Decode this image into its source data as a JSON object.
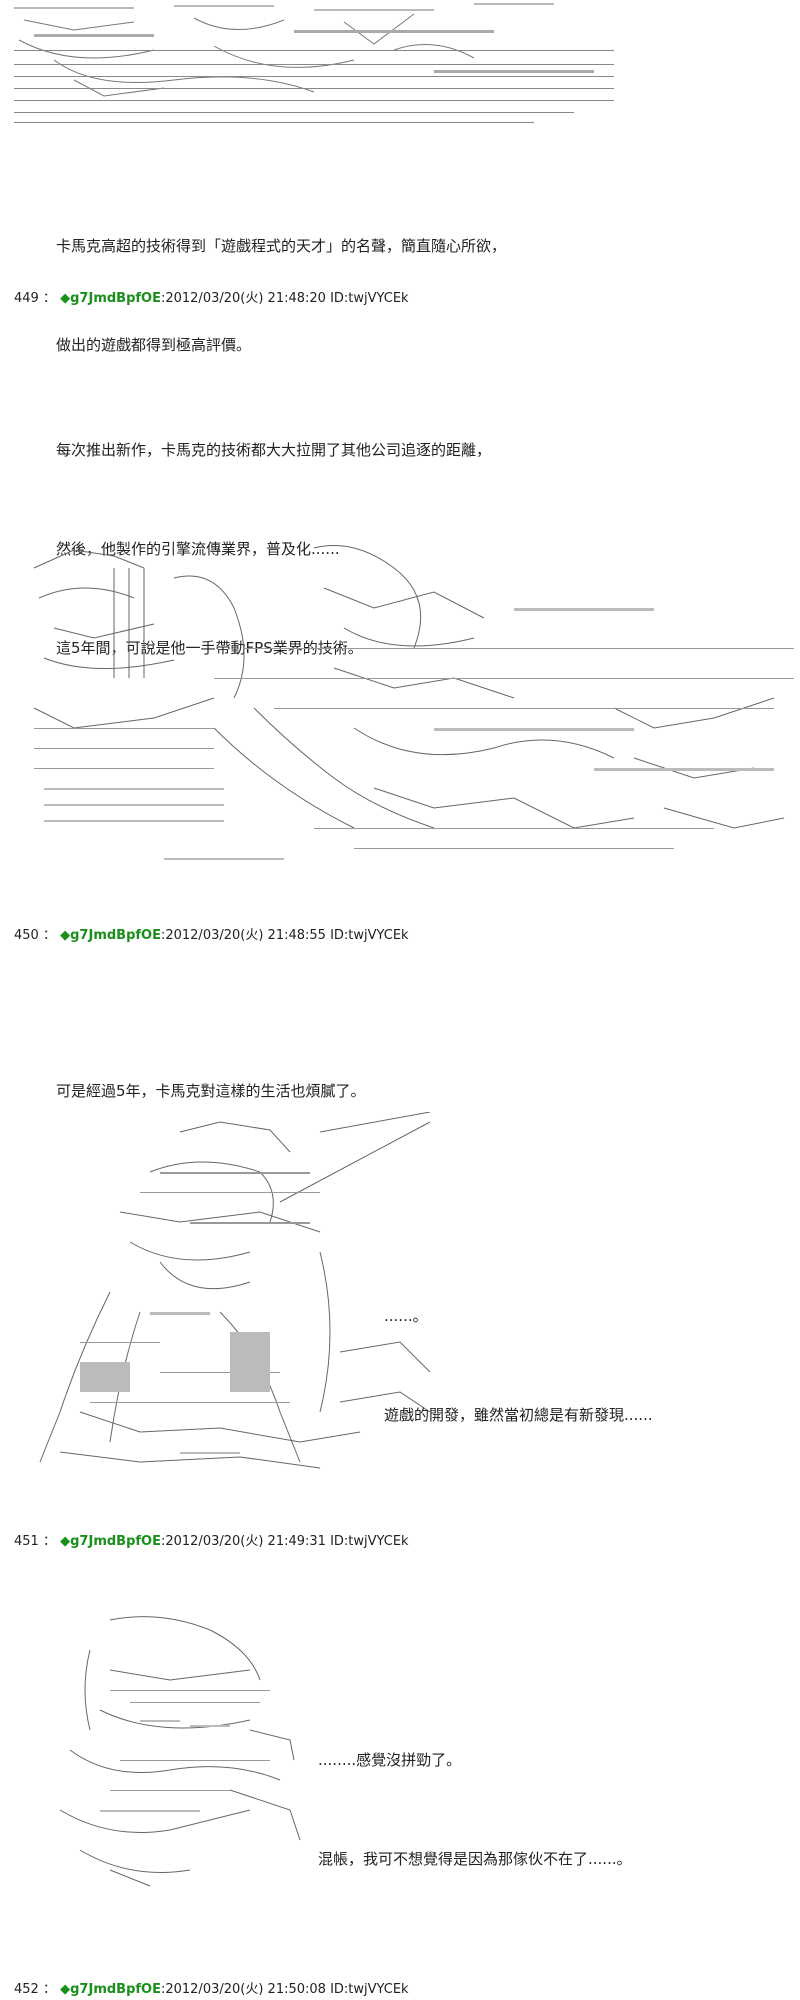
{
  "intro_text": {
    "lines": [
      "卡馬克高超的技術得到「遊戲程式的天才」的名聲，簡直隨心所欲，",
      "做出的遊戲都得到極高評價。"
    ]
  },
  "posts": [
    {
      "number": "449",
      "separator": "：",
      "diamond": "◆",
      "trip": "g7JmdBpfOE",
      "meta": ":2012/03/20(火) 21:48:20 ID:twjVYCEk",
      "lines": [
        "每次推出新作，卡馬克的技術都大大拉開了其他公司追逐的距離，",
        "然後，他製作的引擎流傳業界，普及化......",
        "這5年間，可說是他一手帶動FPS業界的技術。"
      ]
    },
    {
      "number": "450",
      "separator": "：",
      "diamond": "◆",
      "trip": "g7JmdBpfOE",
      "meta": ":2012/03/20(火) 21:48:55 ID:twjVYCEk",
      "lines": [
        "可是經過5年，卡馬克對這樣的生活也煩膩了。"
      ],
      "side_lines": [
        "......。",
        "遊戲的開發，雖然當初總是有新發現......"
      ]
    },
    {
      "number": "451",
      "separator": "：",
      "diamond": "◆",
      "trip": "g7JmdBpfOE",
      "meta": ":2012/03/20(火) 21:49:31 ID:twjVYCEk",
      "side_lines": [
        "........感覺沒拼勁了。",
        "混帳，我可不想覺得是因為那傢伙不在了......。"
      ]
    },
    {
      "number": "452",
      "separator": "：",
      "diamond": "◆",
      "trip": "g7JmdBpfOE",
      "meta": ":2012/03/20(火) 21:50:08 ID:twjVYCEk"
    }
  ]
}
